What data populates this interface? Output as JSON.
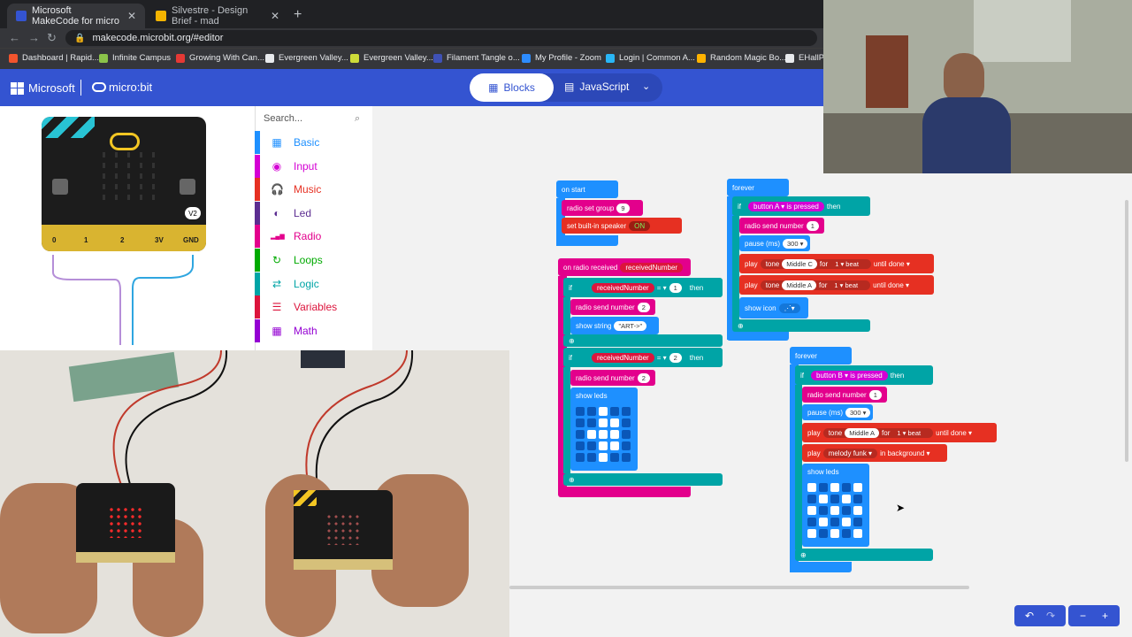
{
  "browser": {
    "tabs": [
      {
        "title": "Microsoft MakeCode for micro",
        "fav": "#3454d1"
      },
      {
        "title": "Silvestre - Design Brief - mad",
        "fav": "#f4b400"
      }
    ],
    "url": "makecode.microbit.org/#editor",
    "bookmarks": [
      {
        "label": "Dashboard | Rapid...",
        "color": "#f2542d"
      },
      {
        "label": "Infinite Campus",
        "color": "#8bc34a"
      },
      {
        "label": "Growing With Can...",
        "color": "#e53935"
      },
      {
        "label": "Evergreen Valley...",
        "color": "#e8eaed"
      },
      {
        "label": "Evergreen Valley...",
        "color": "#cddc39"
      },
      {
        "label": "Filament Tangle o...",
        "color": "#3f51b5"
      },
      {
        "label": "My Profile - Zoom",
        "color": "#2d8cff"
      },
      {
        "label": "Login | Common A...",
        "color": "#29b6f6"
      },
      {
        "label": "Random Magic Bo...",
        "color": "#ffb300"
      },
      {
        "label": "EHallPa",
        "color": "#e8eaed"
      }
    ]
  },
  "header": {
    "microsoft_label": "Microsoft",
    "microbit_label": "micro:bit",
    "blocks_label": "Blocks",
    "javascript_label": "JavaScript"
  },
  "simulator": {
    "badge": "V2",
    "pins": [
      "0",
      "1",
      "2",
      "3V",
      "GND"
    ]
  },
  "toolbox": {
    "search_placeholder": "Search...",
    "categories": [
      {
        "label": "Basic",
        "color": "#1e90ff",
        "icon": "grid-icon"
      },
      {
        "label": "Input",
        "color": "#d400d4",
        "icon": "circle-icon"
      },
      {
        "label": "Music",
        "color": "#e63022",
        "icon": "headphones-icon"
      },
      {
        "label": "Led",
        "color": "#5c2d91",
        "icon": "toggle-icon"
      },
      {
        "label": "Radio",
        "color": "#e3008c",
        "icon": "signal-icon"
      },
      {
        "label": "Loops",
        "color": "#00aa00",
        "icon": "refresh-icon"
      },
      {
        "label": "Logic",
        "color": "#00a4a6",
        "icon": "shuffle-icon"
      },
      {
        "label": "Variables",
        "color": "#dc143c",
        "icon": "list-icon"
      },
      {
        "label": "Math",
        "color": "#9400d3",
        "icon": "calculator-icon"
      }
    ]
  },
  "blocks": {
    "on_start": "on start",
    "radio_set_group": "radio set group",
    "group_value": "9",
    "set_speaker": "set built-in speaker",
    "speaker_state": "ON",
    "forever": "forever",
    "if": "if",
    "then": "then",
    "button_a": "button  A ▾  is pressed",
    "button_b": "button  B ▾  is pressed",
    "radio_send_number": "radio send number",
    "pause_ms": "pause (ms)",
    "pause_value": "300 ▾",
    "play": "play",
    "tone": "tone",
    "middle_c": "Middle C",
    "middle_a": "Middle A",
    "for": "for",
    "beat": "1 ▾  beat",
    "until_done": "until done ▾",
    "show_icon": "show icon",
    "on_radio_received": "on radio received",
    "received_number": "receivedNumber",
    "equals": "= ▾",
    "show_string": "show string",
    "string_value": "\"ART->\"",
    "show_leds": "show leds",
    "melody": "melody funk ▾",
    "in_background": "in background ▾",
    "num_1": "1",
    "num_2": "2"
  },
  "controls": {
    "undo": "↶",
    "redo": "↷",
    "zoom_out": "−",
    "zoom_in": "+"
  }
}
